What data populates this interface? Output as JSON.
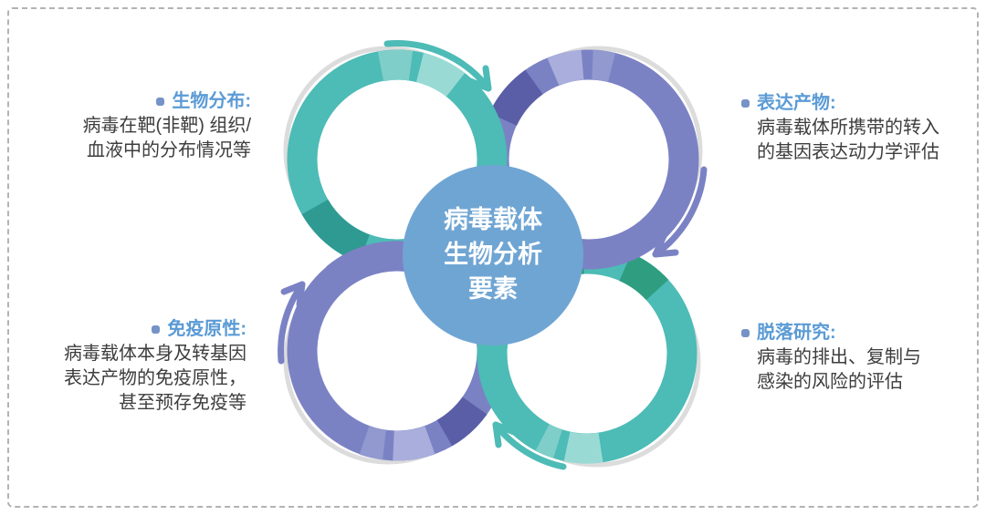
{
  "diagram": {
    "title_circle": {
      "lines": [
        "病毒载体",
        "生物分析",
        "要素"
      ]
    },
    "items": [
      {
        "id": "biodistribution",
        "position": "top-left",
        "heading": "生物分布:",
        "body": [
          "病毒在靶(非靶) 组织/",
          "血液中的分布情况等"
        ]
      },
      {
        "id": "expression-product",
        "position": "top-right",
        "heading": "表达产物:",
        "body": [
          "病毒载体所携带的转入",
          "的基因表达动力学评估"
        ]
      },
      {
        "id": "immunogenicity",
        "position": "bottom-left",
        "heading": "免疫原性:",
        "body": [
          "病毒载体本身及转基因",
          "表达产物的免疫原性，",
          "甚至预存免疫等"
        ]
      },
      {
        "id": "shedding-study",
        "position": "bottom-right",
        "heading": "脱落研究:",
        "body": [
          "病毒的排出、复制与",
          "感染的风险的评估"
        ]
      }
    ]
  },
  "icons": [
    "cycle-arrow-top-left",
    "cycle-arrow-top-right",
    "cycle-arrow-bottom-left",
    "cycle-arrow-bottom-right"
  ],
  "colors": {
    "teal": "#4dbbb6",
    "teal_light1": "#7fcec9",
    "teal_light2": "#9adad5",
    "teal_dark": "#2f9a92",
    "teal_dark2": "#2f9d80",
    "purple": "#7b82c4",
    "purple_light1": "#a9aedc",
    "purple_light2": "#9199cf",
    "purple_dark": "#5a5ea6",
    "center_blue": "#6fa5d3",
    "heading_blue": "#5b9bd5",
    "bullet_blue": "#7693c7",
    "body_text": "#3d3d3d",
    "ghost_gray": "#dcdcdc",
    "border_gray": "#b3b3b3"
  }
}
